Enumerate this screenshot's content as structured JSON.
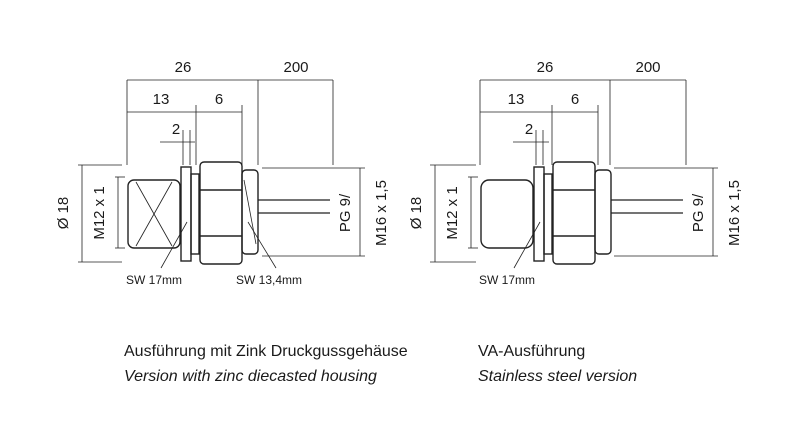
{
  "left": {
    "dims": {
      "total": "26",
      "cable": "200",
      "a": "13",
      "b": "6",
      "c": "2",
      "dia": "Ø 18",
      "thread": "M12 x 1",
      "pg": "PG 9/",
      "m16": "M16 x 1,5"
    },
    "wrench1": "SW 17mm",
    "wrench2": "SW 13,4mm",
    "caption_de": "Ausführung mit Zink Druckgussgehäuse",
    "caption_en": "Version with zinc diecasted housing"
  },
  "right": {
    "dims": {
      "total": "26",
      "cable": "200",
      "a": "13",
      "b": "6",
      "c": "2",
      "dia": "Ø 18",
      "thread": "M12 x 1",
      "pg": "PG 9/",
      "m16": "M16 x 1,5"
    },
    "wrench1": "SW 17mm",
    "caption_de": "VA-Ausführung",
    "caption_en": "Stainless steel version"
  }
}
